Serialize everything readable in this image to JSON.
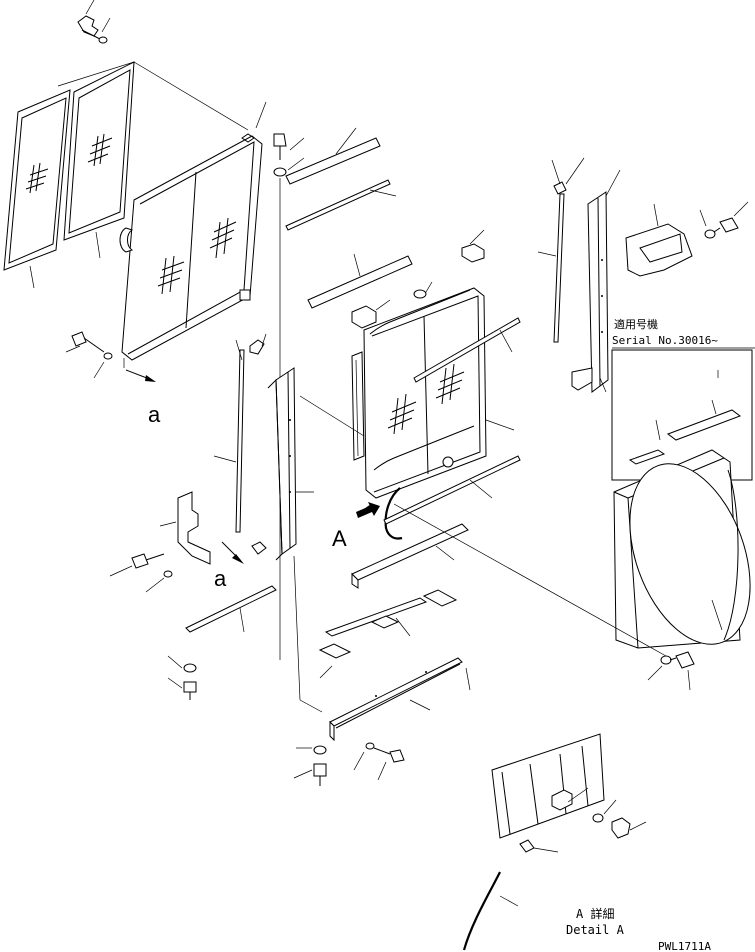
{
  "labels": {
    "view_a_upper": "a",
    "view_a_lower": "a",
    "view_A": "A",
    "serial_applicability": "適用号機",
    "serial_number": "Serial No.30016~",
    "detail_title_jp": "A 詳細",
    "detail_title_en": "Detail A",
    "drawing_code": "PWL1711A"
  }
}
